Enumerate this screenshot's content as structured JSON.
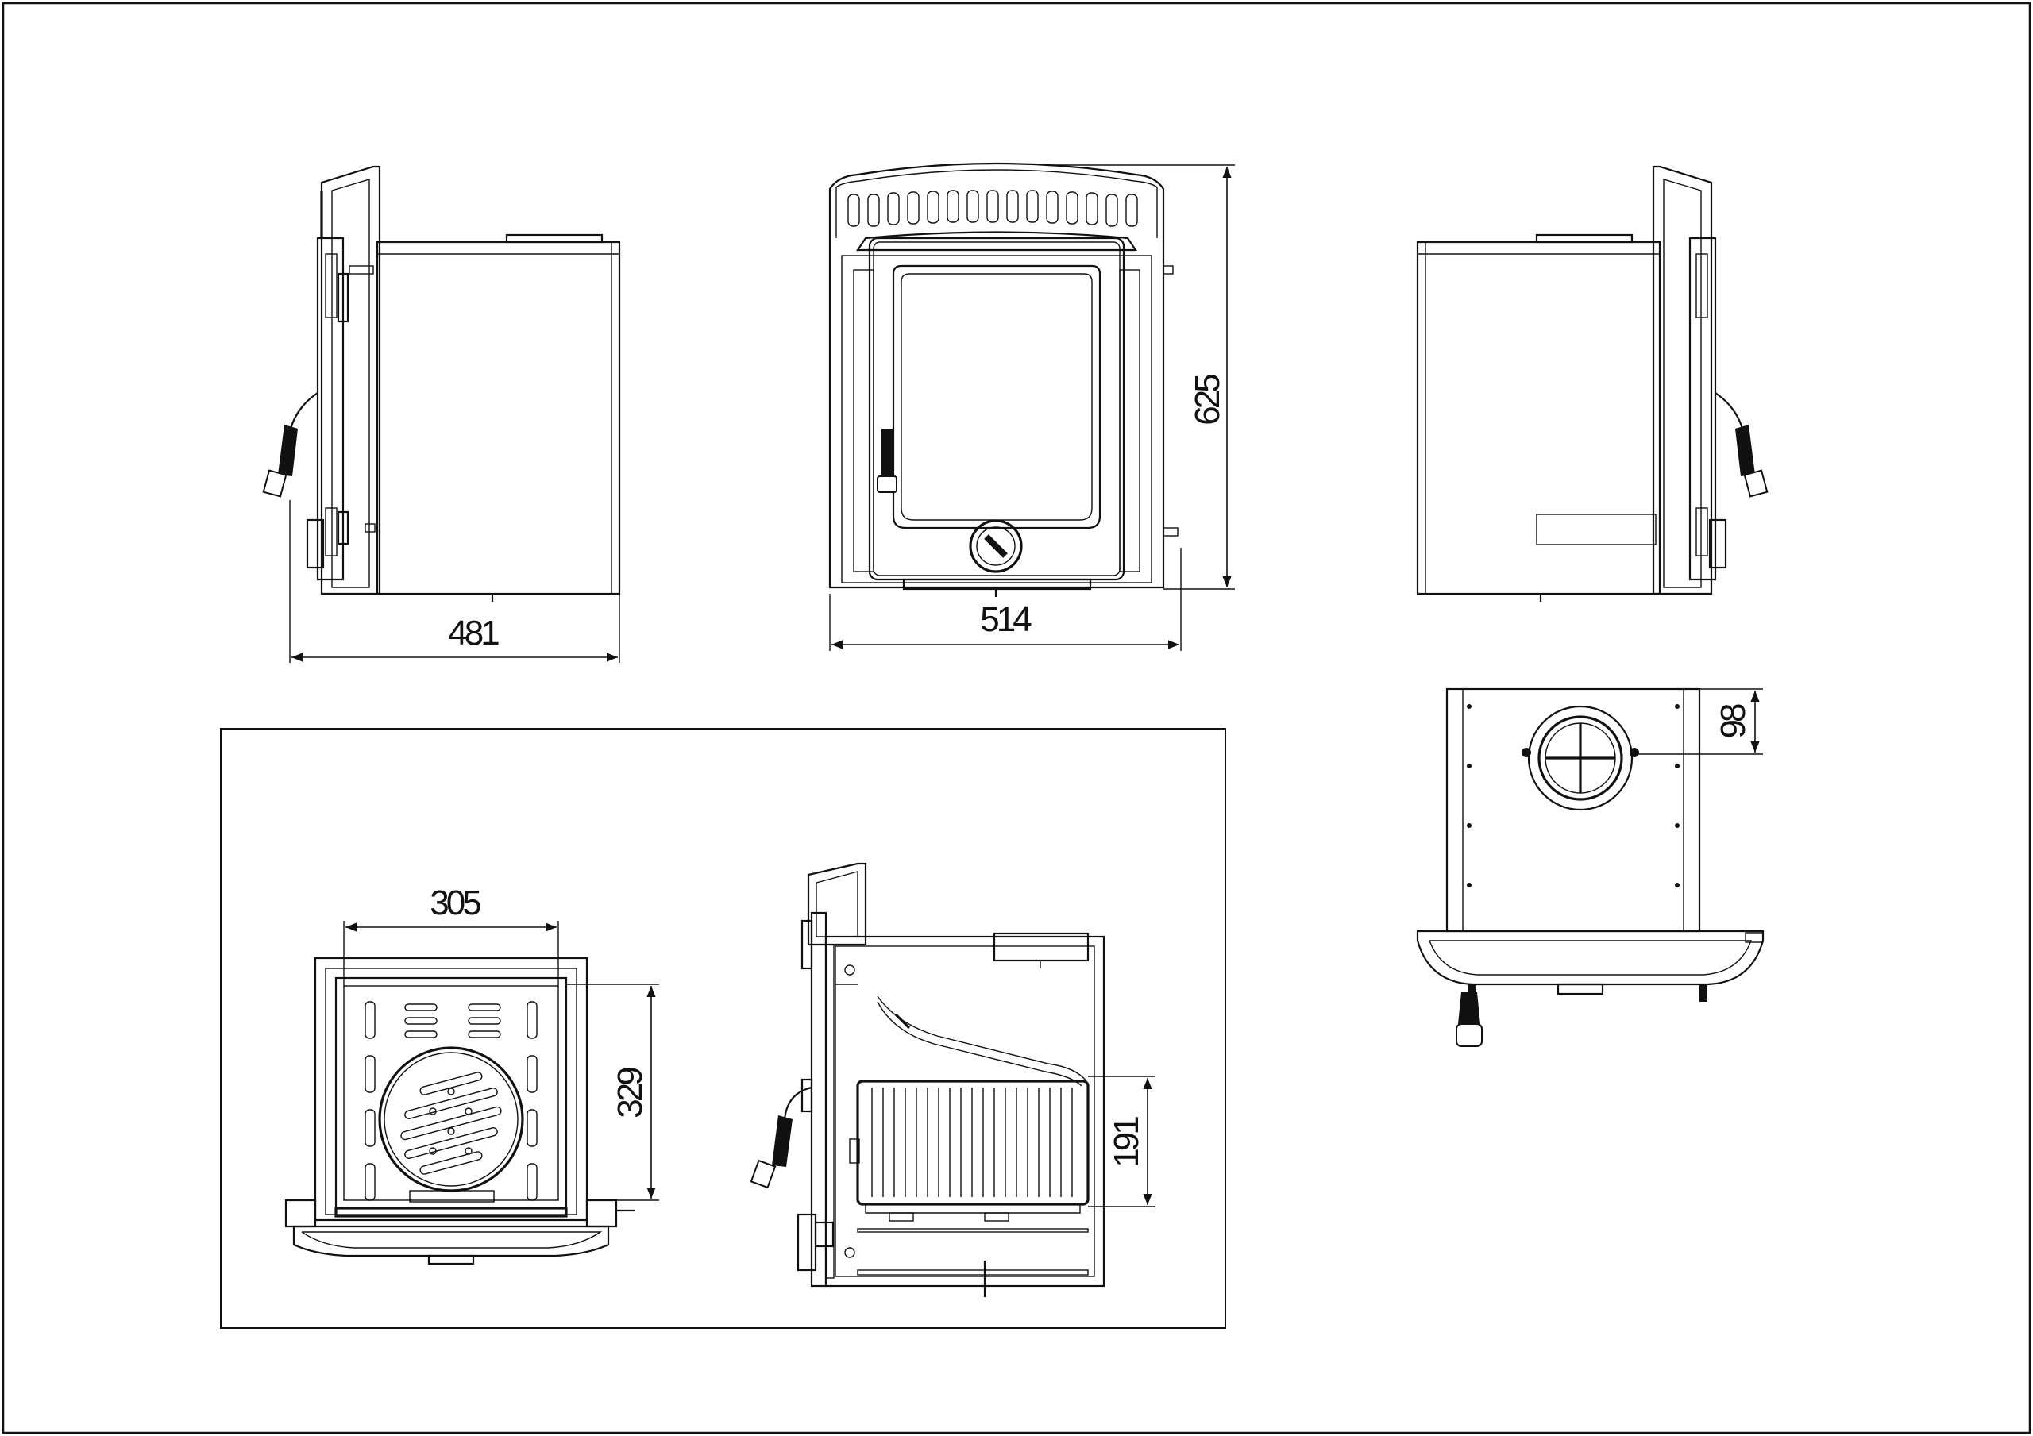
{
  "dimensions": {
    "side_depth": "481",
    "front_width": "514",
    "front_height": "625",
    "top_flue_offset": "98",
    "firebox_width": "305",
    "firebox_height": "329",
    "grate_height": "191"
  },
  "colors": {
    "line": "#111111",
    "background": "#ffffff"
  }
}
